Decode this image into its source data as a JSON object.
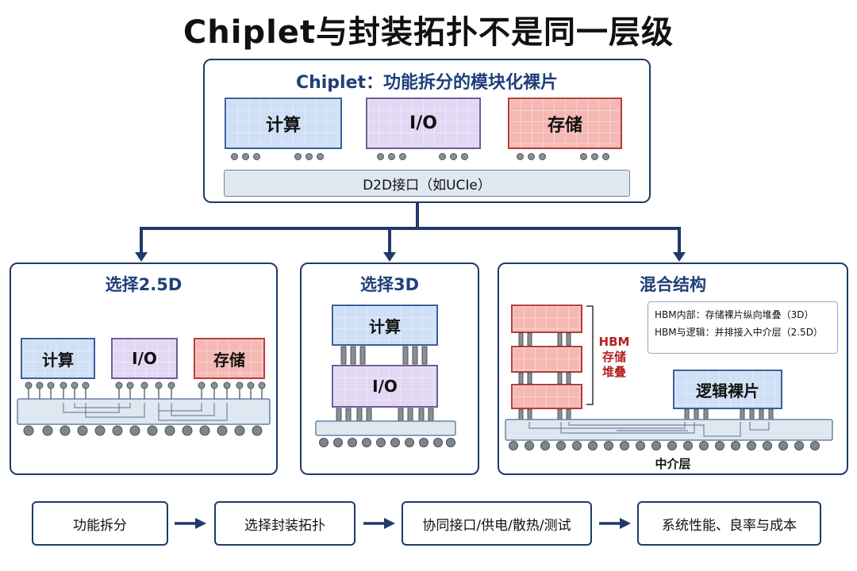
{
  "title": "Chiplet与封装拓扑不是同一层级",
  "top_panel": {
    "title": "Chiplet：功能拆分的模块化裸片",
    "chips": [
      "计算",
      "I/O",
      "存储"
    ],
    "interface": "D2D接口（如UCIe）"
  },
  "panel_25d": {
    "title": "选择2.5D",
    "chips": [
      "计算",
      "I/O",
      "存储"
    ]
  },
  "panel_3d": {
    "title": "选择3D",
    "chips": [
      "计算",
      "I/O"
    ]
  },
  "panel_hybrid": {
    "title": "混合结构",
    "hbm_label": [
      "HBM",
      "存储",
      "堆叠"
    ],
    "notes": [
      "HBM内部：存储裸片纵向堆叠（3D）",
      "HBM与逻辑：并排接入中介层（2.5D）"
    ],
    "logic_chip": "逻辑裸片",
    "interposer_label": "中介层"
  },
  "flow": [
    "功能拆分",
    "选择封装拓扑",
    "协同接口/供电/散热/测试",
    "系统性能、良率与成本"
  ],
  "colors": {
    "navy": "#1f3a6b",
    "title_blue": "#1f3f7a",
    "compute": "#cfdff5",
    "io": "#e2d8f3",
    "memory": "#f6b8b3",
    "hbm_text": "#b22222"
  }
}
